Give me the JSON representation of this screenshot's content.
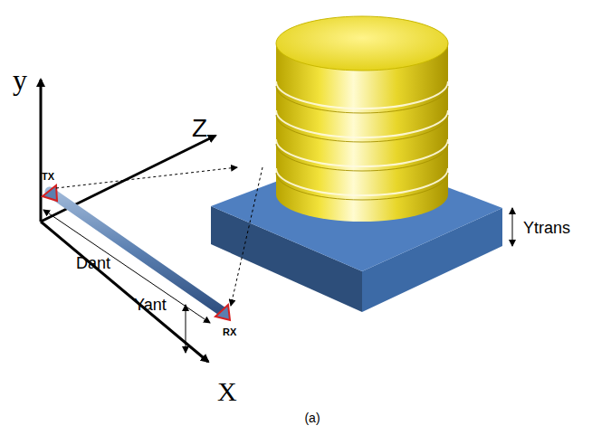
{
  "diagram": {
    "caption": "(a)",
    "labels": [
      "y",
      "Z",
      "TX",
      "Dant",
      "Yant",
      "RX",
      "X",
      "Ytrans"
    ]
  }
}
